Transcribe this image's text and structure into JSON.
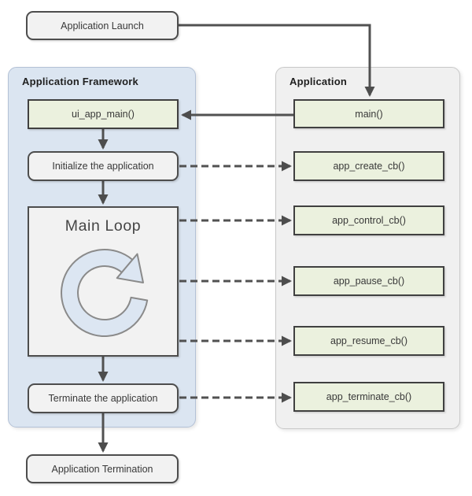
{
  "external_nodes": {
    "launch": "Application Launch",
    "termination": "Application Termination"
  },
  "framework_panel": {
    "title": "Application Framework",
    "nodes": {
      "ui_app_main": "ui_app_main()",
      "initialize": "Initialize the application",
      "main_loop": "Main Loop",
      "terminate": "Terminate the application"
    }
  },
  "application_panel": {
    "title": "Application",
    "nodes": {
      "main": "main()",
      "create": "app_create_cb()",
      "control": "app_control_cb()",
      "pause": "app_pause_cb()",
      "resume": "app_resume_cb()",
      "terminate": "app_terminate_cb()"
    }
  },
  "icons": {
    "loop_cycle": "circular-arrow-clockwise"
  },
  "colors": {
    "panel_framework_fill": "#dbe5f1",
    "panel_application_fill": "#f0f0f0",
    "node_callback_fill": "#ebf1de",
    "node_step_fill": "#f2f2f2",
    "node_border": "#4d4d4d",
    "arrow": "#515151",
    "loop_icon_fill": "#dce6f2",
    "loop_icon_stroke": "#8a8a8a"
  }
}
